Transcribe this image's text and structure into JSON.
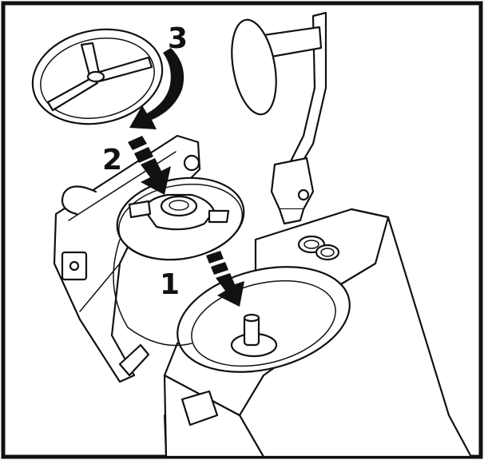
{
  "diagram": {
    "step_labels": [
      "1",
      "2",
      "3"
    ],
    "colors": {
      "line": "#111111",
      "fill": "#ffffff",
      "shade": "#e9e9e9"
    },
    "icons": [
      "arrow-down-icon",
      "curved-arrow-icon"
    ]
  }
}
